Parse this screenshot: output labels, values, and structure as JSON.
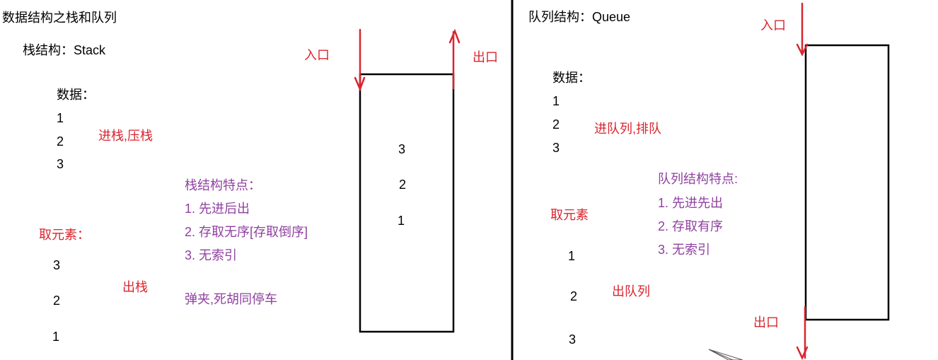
{
  "colors": {
    "black": "#000000",
    "red": "#d9252f",
    "purple": "#9040a0"
  },
  "stack": {
    "page_title": "数据结构之栈和队列",
    "title": "栈结构：Stack",
    "data_label": "数据：",
    "data_items": [
      "1",
      "2",
      "3"
    ],
    "push_label": "进栈,压栈",
    "features_title": "栈结构特点：",
    "features": [
      "1. 先进后出",
      "2. 存取无序[存取倒序]",
      "3. 无索引"
    ],
    "take_label": "取元素：",
    "take_items": [
      "3",
      "2",
      "1"
    ],
    "pop_label": "出栈",
    "analogy": "弹夹,死胡同停车",
    "entry_label": "入口",
    "exit_label": "出口",
    "box_items": [
      "3",
      "2",
      "1"
    ]
  },
  "queue": {
    "title": "队列结构：Queue",
    "data_label": "数据：",
    "data_items": [
      "1",
      "2",
      "3"
    ],
    "enqueue_label": "进队列,排队",
    "features_title": "队列结构特点:",
    "features": [
      "1. 先进先出",
      "2. 存取有序",
      "3. 无索引"
    ],
    "take_label": "取元素",
    "take_items": [
      "1",
      "2",
      "3"
    ],
    "dequeue_label": "出队列",
    "entry_label": "入口",
    "exit_label": "出口"
  }
}
